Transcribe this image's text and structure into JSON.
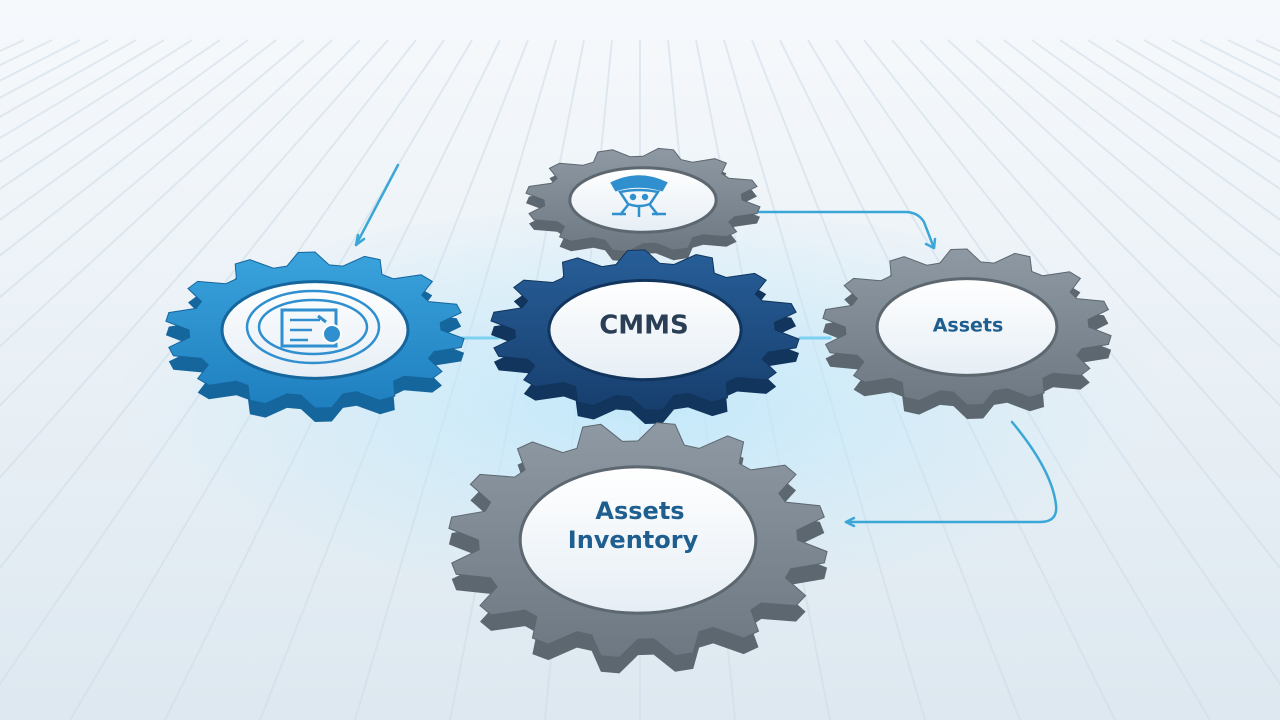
{
  "diagram": {
    "colors": {
      "background_top": "#f4f8fb",
      "background_bottom": "#dfe9f1",
      "stripe": "#c9d8e6",
      "connector": "#3aa7d6",
      "glow": "#8fd3f0",
      "gear_blue": "#2f93cf",
      "gear_navy": "#1d4d84",
      "gear_gray": "#7f8a95",
      "gear_face": "#f4f8fb",
      "label_text": "#1f5f8f",
      "label_text_dark": "#2a3f55"
    },
    "gears": [
      {
        "id": "document",
        "icon": "document-search-icon",
        "label": ""
      },
      {
        "id": "cmms",
        "icon": "",
        "label": "CMMS"
      },
      {
        "id": "maintenance",
        "icon": "maintenance-bot-icon",
        "label": ""
      },
      {
        "id": "assets",
        "icon": "",
        "label": "Assets"
      },
      {
        "id": "assets-inventory",
        "icon": "",
        "label_line1": "Assets",
        "label_line2": "Inventory"
      }
    ]
  }
}
